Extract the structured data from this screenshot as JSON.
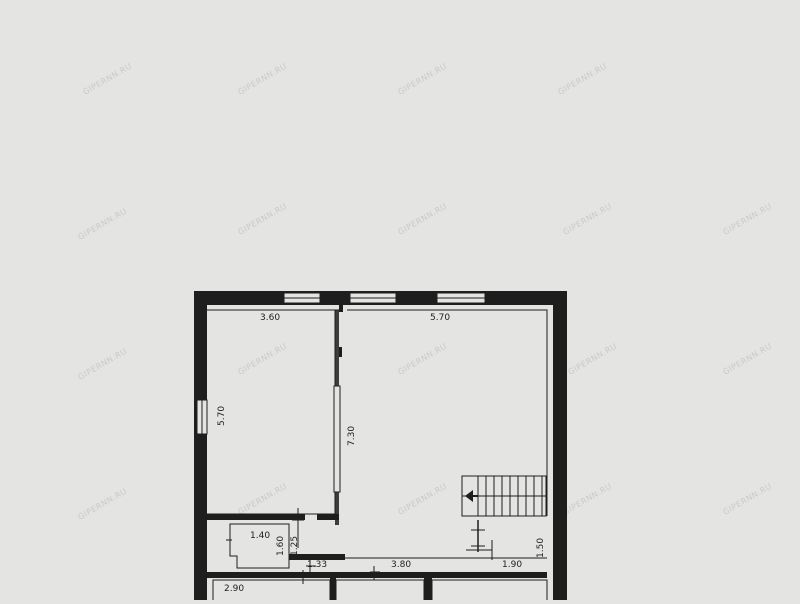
{
  "watermark": "GIPERNN.RU",
  "colors": {
    "paper": "#e4e4e2",
    "ink": "#1e1e1e",
    "watermark": "#c9c9c9"
  },
  "dimensions": {
    "room_left_width": "3.60",
    "room_left_height": "5.70",
    "room_main_width": "5.70",
    "room_main_height": "7.30",
    "small_room_width": "1.40",
    "small_room_height": "1.60",
    "small_room_height_2": "1.25",
    "corridor_a": "1.33",
    "corridor_b": "3.80",
    "corridor_c": "1.90",
    "corridor_height": "1.50",
    "bottom_room_width": "2.90"
  }
}
